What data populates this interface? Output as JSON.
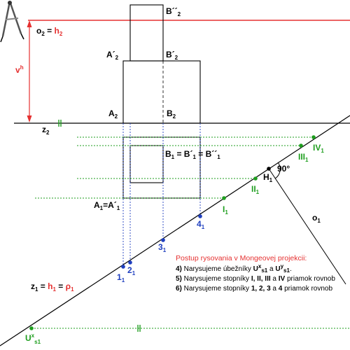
{
  "colors": {
    "line": "#000000",
    "horizon": "#e53030",
    "construction": "#1e9e1e",
    "projection": "#1f3fbf",
    "note_title": "#e53030",
    "label_primary": "#000000"
  },
  "icons": {
    "corner": "drafting-compass-icon"
  },
  "labels": {
    "o2": "o",
    "o2_sub": "2",
    "o2_eq": " = ",
    "h2": "h",
    "h2_sub": "2",
    "vh": "v",
    "vh_sup": "h",
    "z2": "z",
    "z2_sub": "2",
    "A2": "A",
    "A2_sub": "2",
    "B2": "B",
    "B2_sub": "2",
    "A2p": "A´",
    "A2p_sub": "2",
    "B2p": "B´",
    "B2p_sub": "2",
    "B2pp": "B´´",
    "B2pp_sub": "2",
    "B1": "B",
    "B1_sub": "1",
    "B1_eq1": " = B´",
    "B1_sub2": "1",
    "B1_eq2": " = B´´",
    "B1_sub3": "1",
    "A1": "A",
    "A1_sub": "1",
    "A1_eq": "=A´",
    "A1_sub2": "1",
    "H1": "H",
    "H1_sub": "1",
    "angle": "90°",
    "o1": "o",
    "o1_sub": "1",
    "roman": [
      {
        "text": "I",
        "sub": "1"
      },
      {
        "text": "II",
        "sub": "1"
      },
      {
        "text": "III",
        "sub": "1"
      },
      {
        "text": "IV",
        "sub": "1"
      }
    ],
    "arabic": [
      {
        "text": "1",
        "sub": "1"
      },
      {
        "text": "2",
        "sub": "1"
      },
      {
        "text": "3",
        "sub": "1"
      },
      {
        "text": "4",
        "sub": "1"
      }
    ],
    "z1": "z",
    "z1_sub": "1",
    "z1_eq": " = ",
    "h1": "h",
    "h1_sub": "1",
    "z1_eq2": " = ",
    "rho": "ρ",
    "rho_sub": "1",
    "Ux": "U",
    "Ux_sup": "x",
    "Ux_sub": "s1",
    "parallel_mark": "ll"
  },
  "notes": {
    "title": "Postup rysovania v Mongeovej projekcii:",
    "step4": {
      "num": "4)",
      "text": " Narysujeme úbežníky ",
      "u1": "U",
      "u1_sup": "x",
      "u1_sub": "s1",
      "and": " a ",
      "u2": "U",
      "u2_sup": "y",
      "u2_sub": "s1",
      "end": "."
    },
    "step5": {
      "num": "5)",
      "text": " Narysujeme  stopníky  ",
      "items": "I, II, III",
      "and": " a ",
      "last": "IV",
      "end": "  priamok rovnob"
    },
    "step6": {
      "num": "6)",
      "text": " Narysujeme  stopníky  ",
      "items": "1, 2, 3",
      "and": " a ",
      "last": "4",
      "end": "  priamok rovnob"
    }
  }
}
